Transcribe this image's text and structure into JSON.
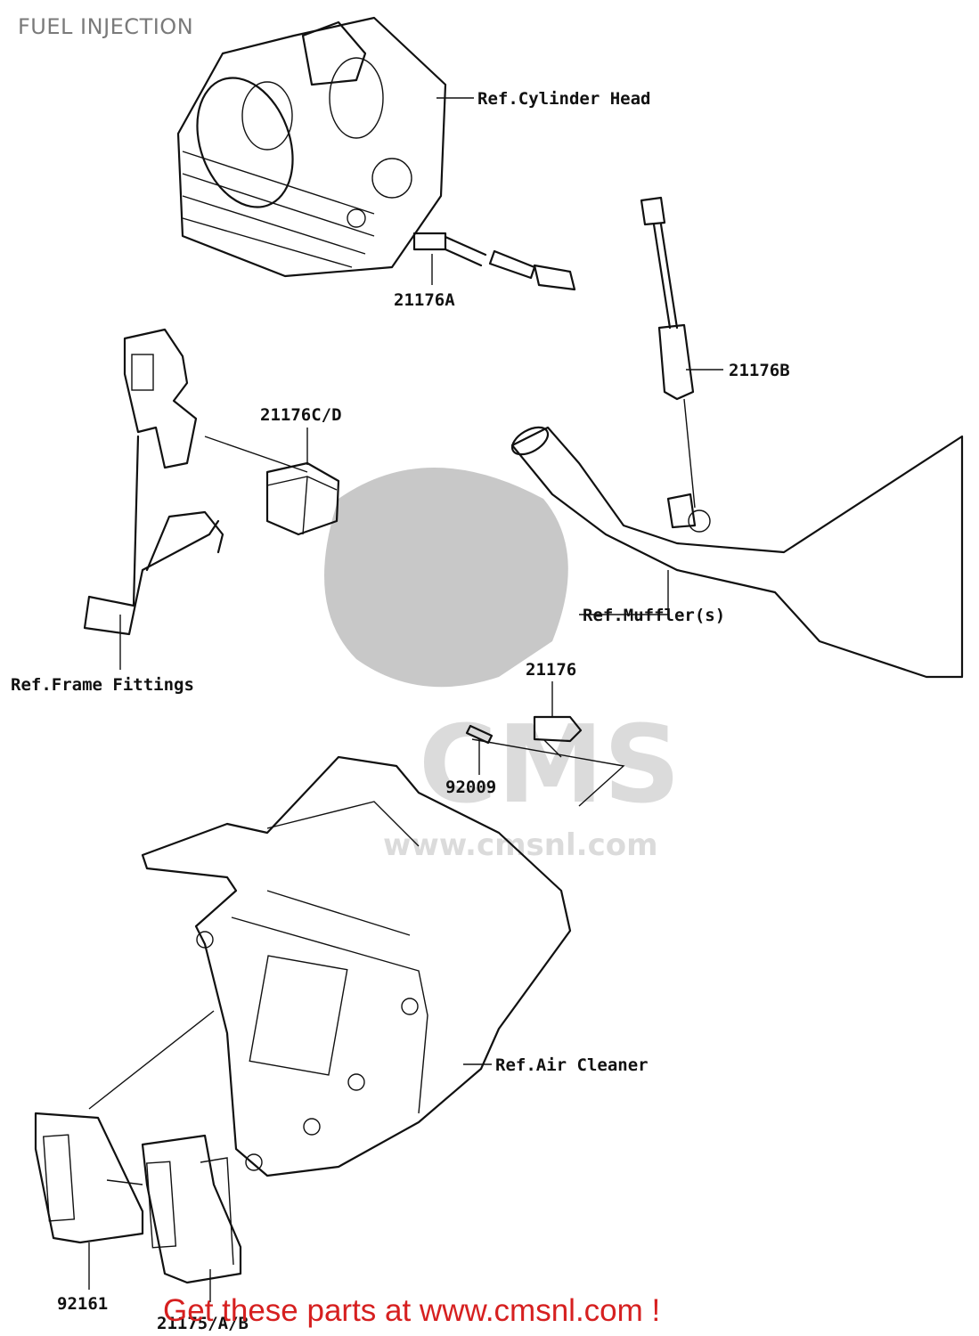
{
  "title": "FUEL INJECTION",
  "callouts": {
    "cylinder_head": "Ref.Cylinder Head",
    "p21176A": "21176A",
    "p21176B": "21176B",
    "p21176CD": "21176C/D",
    "muffler": "Ref.Muffler(s)",
    "frame_fittings": "Ref.Frame Fittings",
    "p21176": "21176",
    "p92009": "92009",
    "air_cleaner": "Ref.Air Cleaner",
    "p92161": "92161",
    "p21175": "21175/A/B"
  },
  "watermark": {
    "letters": "CMS",
    "site": "www.cmsnl.com"
  },
  "banner": "Get these parts at www.cmsnl.com !",
  "colors": {
    "banner": "#d62020",
    "title": "#7a7a7a",
    "line": "#111111",
    "watermark": "#9a9a9a"
  }
}
